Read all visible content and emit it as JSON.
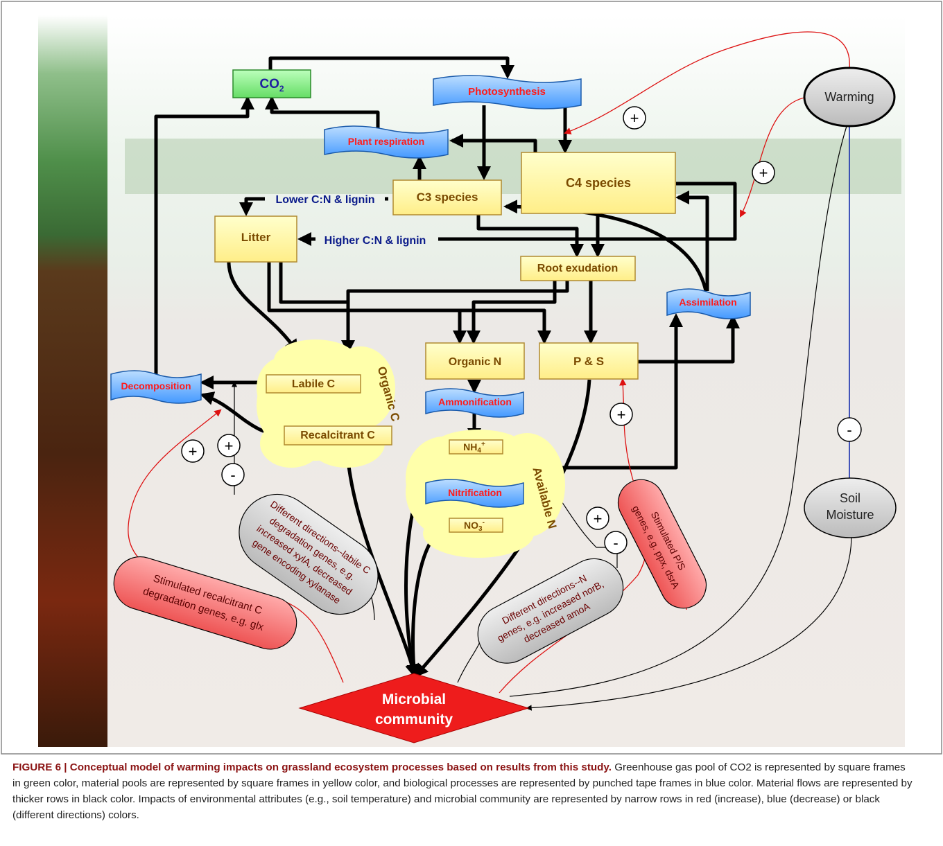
{
  "nodes": {
    "co2": "CO",
    "co2_sub": "2",
    "photosynthesis": "Photosynthesis",
    "plant_respiration": "Plant respiration",
    "c3_species": "C3 species",
    "c4_species": "C4 species",
    "litter": "Litter",
    "root_exudation": "Root exudation",
    "assimilation": "Assimilation",
    "decomposition": "Decomposition",
    "labile_c": "Labile C",
    "recalcitrant_c": "Recalcitrant C",
    "organic_c": "Organic C",
    "organic_n": "Organic N",
    "ammonification": "Ammonification",
    "nh4": "NH",
    "nh4_sub": "4",
    "nh4_sup": "+",
    "nitrification": "Nitrification",
    "no3": "NO",
    "no3_sub": "3",
    "no3_sup": "-",
    "available_n": "Available N",
    "p_and_s": "P & S",
    "warming": "Warming",
    "soil_moisture_1": "Soil",
    "soil_moisture_2": "Moisture",
    "microbial_1": "Microbial",
    "microbial_2": "community"
  },
  "flow_labels": {
    "lower_cn": "Lower C:N & lignin",
    "higher_cn": "Higher C:N & lignin"
  },
  "signs": {
    "plus": "+",
    "minus": "-"
  },
  "gene_notes": {
    "labile": [
      "Different directions--labile C",
      "degradation genes, e.g.",
      "increased xylA, decreased",
      "gene encoding xylanase"
    ],
    "recalcitrant": [
      "Stimulated recalcitrant C",
      "degradation genes, e.g. glx"
    ],
    "n_genes": [
      "Different directions--N",
      "genes, e.g. increased norB,",
      "decreased amoA"
    ],
    "ps_genes": [
      "Stimulated P/S",
      "genes, e.g. ppx, dsrA"
    ]
  },
  "caption": {
    "bold": "FIGURE 6 | Conceptual model of warming impacts on grassland ecosystem processes based on results from this study.",
    "rest": "Greenhouse gas pool of CO2 is represented by square frames in green color, material pools are represented by square frames in yellow color, and biological processes are represented by punched tape frames in blue color. Material flows are represented by thicker rows in black color. Impacts of environmental attributes (e.g., soil temperature) and microbial community are represented by narrow rows in red (increase), blue (decrease) or black (different directions) colors."
  },
  "colors": {
    "green_frame": "#99ee99",
    "yellow_frame": "#ffffaa",
    "blue_frame": "#66aaff",
    "process_text": "#ff1a1a",
    "pool_text": "#7a4a00",
    "red_arrow": "#d11",
    "blue_arrow": "#0a22aa",
    "diamond": "#ee1c1c"
  }
}
